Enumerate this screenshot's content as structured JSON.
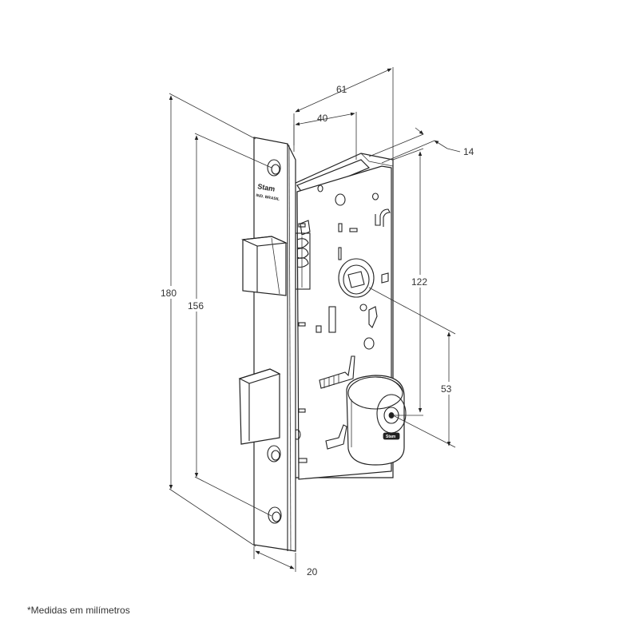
{
  "brand": {
    "name": "Stam",
    "faceplate_sub": "IND. BRASIL"
  },
  "dimensions": {
    "d180": "180",
    "d156": "156",
    "d61": "61",
    "d40": "40",
    "d14": "14",
    "d122": "122",
    "d53": "53",
    "d20": "20"
  },
  "footnote": "*Medidas em milímetros"
}
